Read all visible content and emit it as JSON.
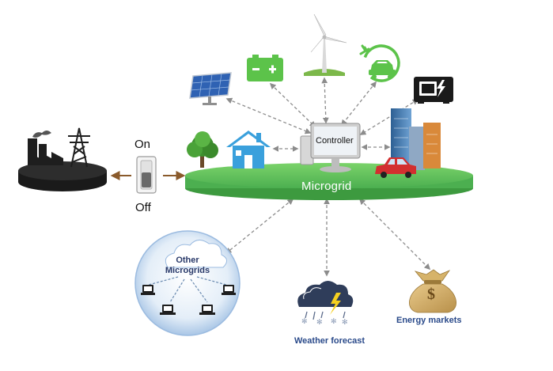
{
  "switch": {
    "on_label": "On",
    "off_label": "Off"
  },
  "microgrid": {
    "label": "Microgrid"
  },
  "controller": {
    "label": "Controller"
  },
  "other_microgrids": {
    "line1": "Other",
    "line2": "Microgrids"
  },
  "weather": {
    "label": "Weather forecast"
  },
  "markets": {
    "label": "Energy markets",
    "symbol": "$"
  },
  "colors": {
    "platform_green": "#4caf50",
    "arrow_gray": "#8c8c8c",
    "switch_arrow_brown": "#8a5a2b",
    "icon_green": "#5cc34a",
    "house_blue": "#3aa0dc",
    "caption_blue": "#2a4a8a"
  },
  "icons": [
    "factory-icon",
    "power-tower-icon",
    "switch-icon",
    "solar-panel-icon",
    "battery-icon",
    "wind-turbine-icon",
    "ev-charger-icon",
    "generator-icon",
    "tree-icon",
    "house-icon",
    "controller-monitor-icon",
    "buildings-icon",
    "car-icon",
    "network-globe-icon",
    "storm-cloud-icon",
    "money-bag-icon"
  ]
}
